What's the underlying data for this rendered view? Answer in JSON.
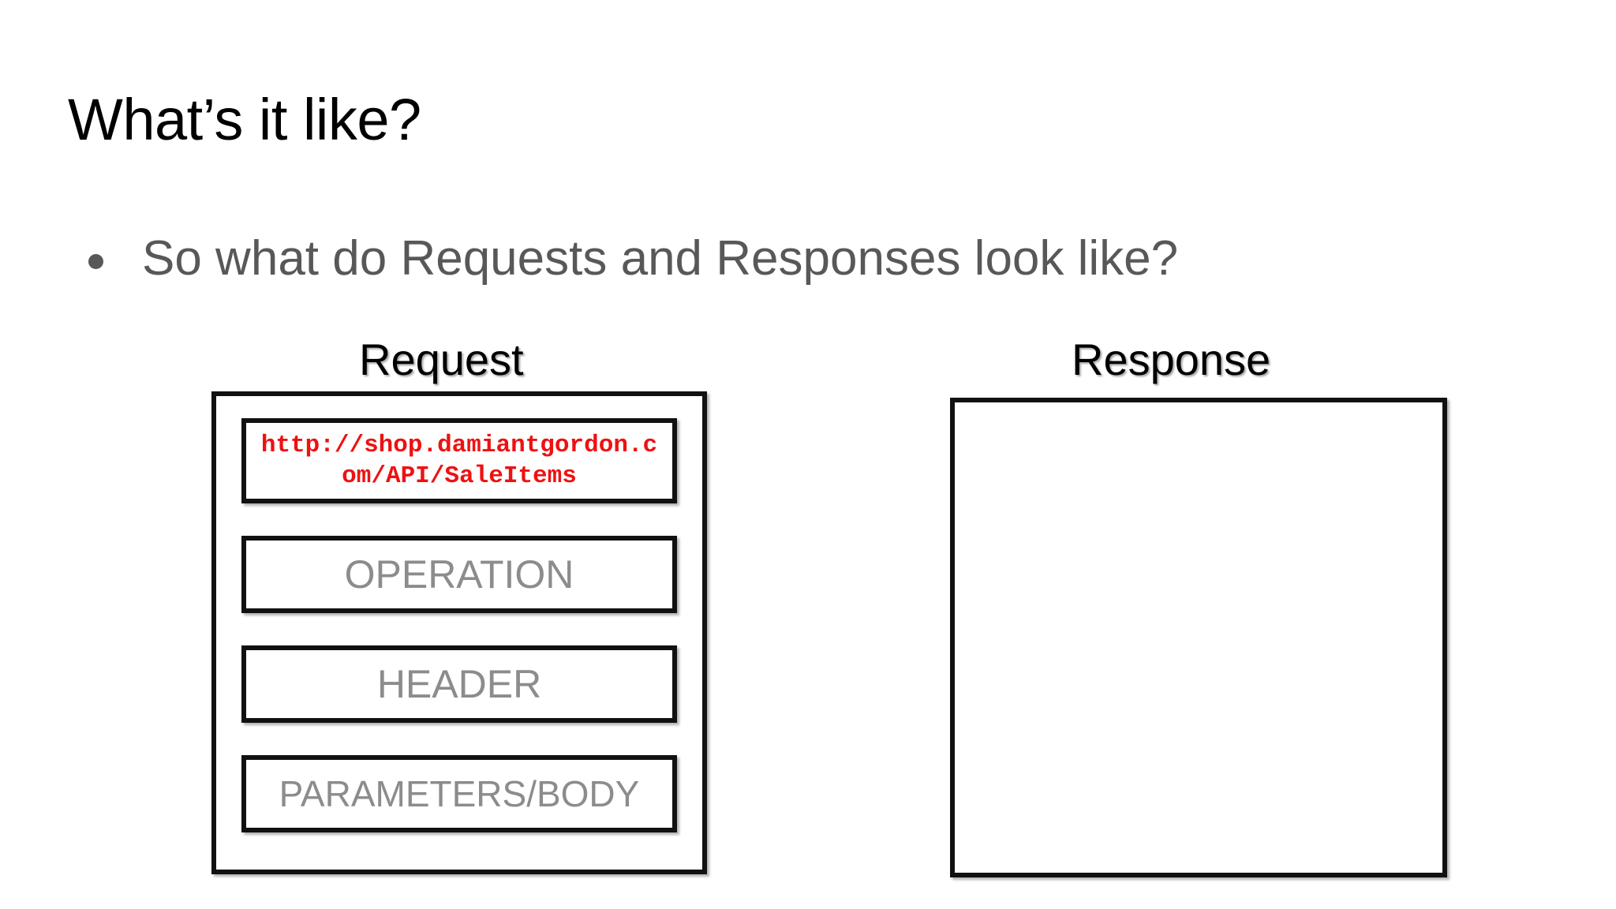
{
  "slide": {
    "title": "What’s it like?",
    "bullets": [
      {
        "marker": "bullet-dot",
        "text": "So what do Requests and Responses look like?"
      }
    ]
  },
  "diagram": {
    "columns": [
      {
        "caption": "Request",
        "fields": [
          {
            "name": "url",
            "text": "http://shop.damiantgordon.com/API/SaleItems",
            "color": "#ee1111"
          },
          {
            "name": "operation",
            "text": "OPERATION",
            "color": "#8c8c8c"
          },
          {
            "name": "header",
            "text": "HEADER",
            "color": "#8c8c8c"
          },
          {
            "name": "parameters-body",
            "text": "PARAMETERS/BODY",
            "color": "#8c8c8c"
          }
        ]
      },
      {
        "caption": "Response",
        "fields": []
      }
    ]
  },
  "colors": {
    "background": "#ffffff",
    "title_text": "#000000",
    "body_text": "#585858",
    "field_label": "#8c8c8c",
    "url_red": "#ee1111",
    "border": "#111111"
  }
}
